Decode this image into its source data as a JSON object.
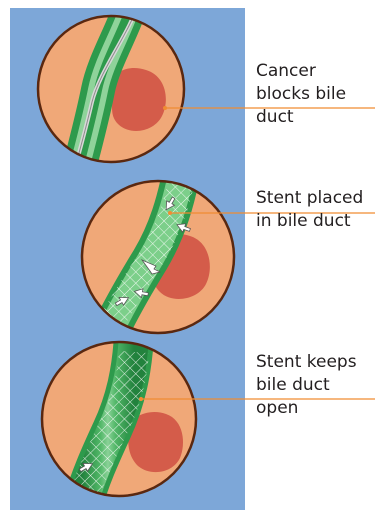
{
  "colors": {
    "background_panel": "#7da7d8",
    "circle_tissue": "#f0a878",
    "circle_border": "#5a2810",
    "bile_duct": "#2e9a4c",
    "bile_duct_light": "#8fd39a",
    "tumor": "#d45c4a",
    "leader_line": "#f08c32"
  },
  "panels": [
    {
      "label": "Cancer\nblocks bile\nduct",
      "state": "blocked-by-tumor"
    },
    {
      "label": "Stent placed\nin bile duct",
      "state": "stent-placed"
    },
    {
      "label": "Stent keeps\nbile duct\nopen",
      "state": "stent-open"
    }
  ]
}
